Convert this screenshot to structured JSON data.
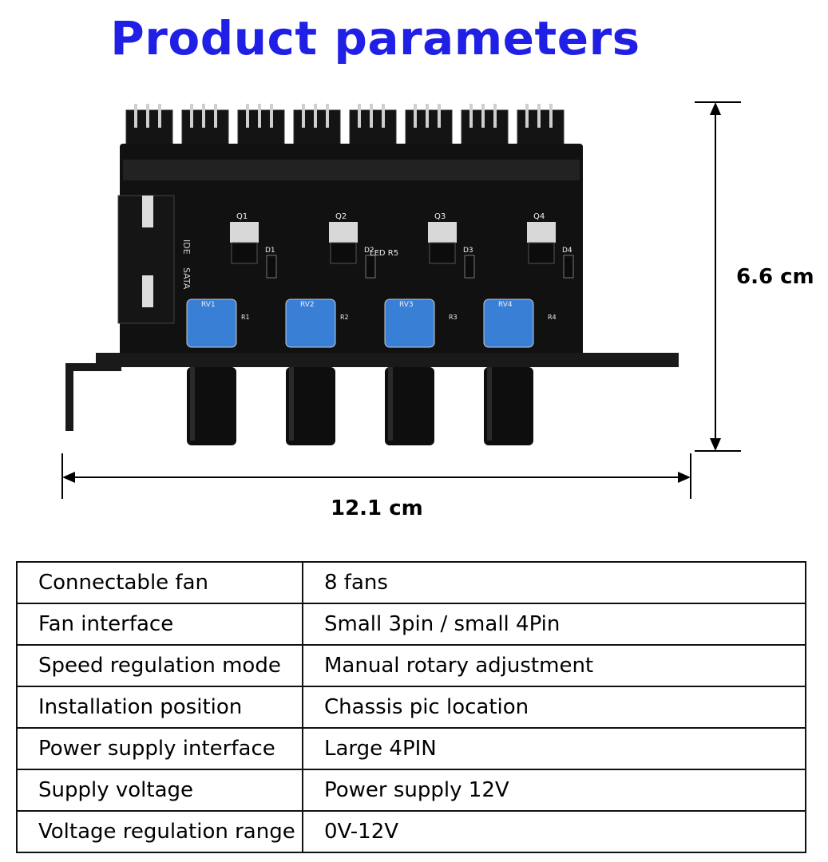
{
  "title": "Product parameters",
  "colors": {
    "title": "#1f1fe6",
    "board": "#111111",
    "knob_base": "#3a7fd6"
  },
  "board": {
    "labels": {
      "transistors": [
        "Q1",
        "Q2",
        "Q3",
        "Q4"
      ],
      "diodes": [
        "D1",
        "D2",
        "D3",
        "D4"
      ],
      "pots": [
        "RV1",
        "RV2",
        "RV3",
        "RV4"
      ],
      "resistors": [
        "R1",
        "R2",
        "R3",
        "R4"
      ],
      "led": "LED R5",
      "ports": [
        "IDE",
        "SATA"
      ]
    },
    "fan_header_count": 8,
    "knob_count": 4
  },
  "dimensions": {
    "height": "6.6 cm",
    "width": "12.1 cm"
  },
  "specs": [
    {
      "label": "Connectable fan",
      "value": "8 fans"
    },
    {
      "label": "Fan interface",
      "value": "Small 3pin / small 4Pin"
    },
    {
      "label": "Speed regulation mode",
      "value": "Manual rotary adjustment"
    },
    {
      "label": "Installation position",
      "value": "Chassis pic location"
    },
    {
      "label": "Power supply interface",
      "value": "Large 4PIN"
    },
    {
      "label": "Supply voltage",
      "value": "Power supply 12V"
    },
    {
      "label": "Voltage regulation range",
      "value": "0V-12V"
    }
  ]
}
